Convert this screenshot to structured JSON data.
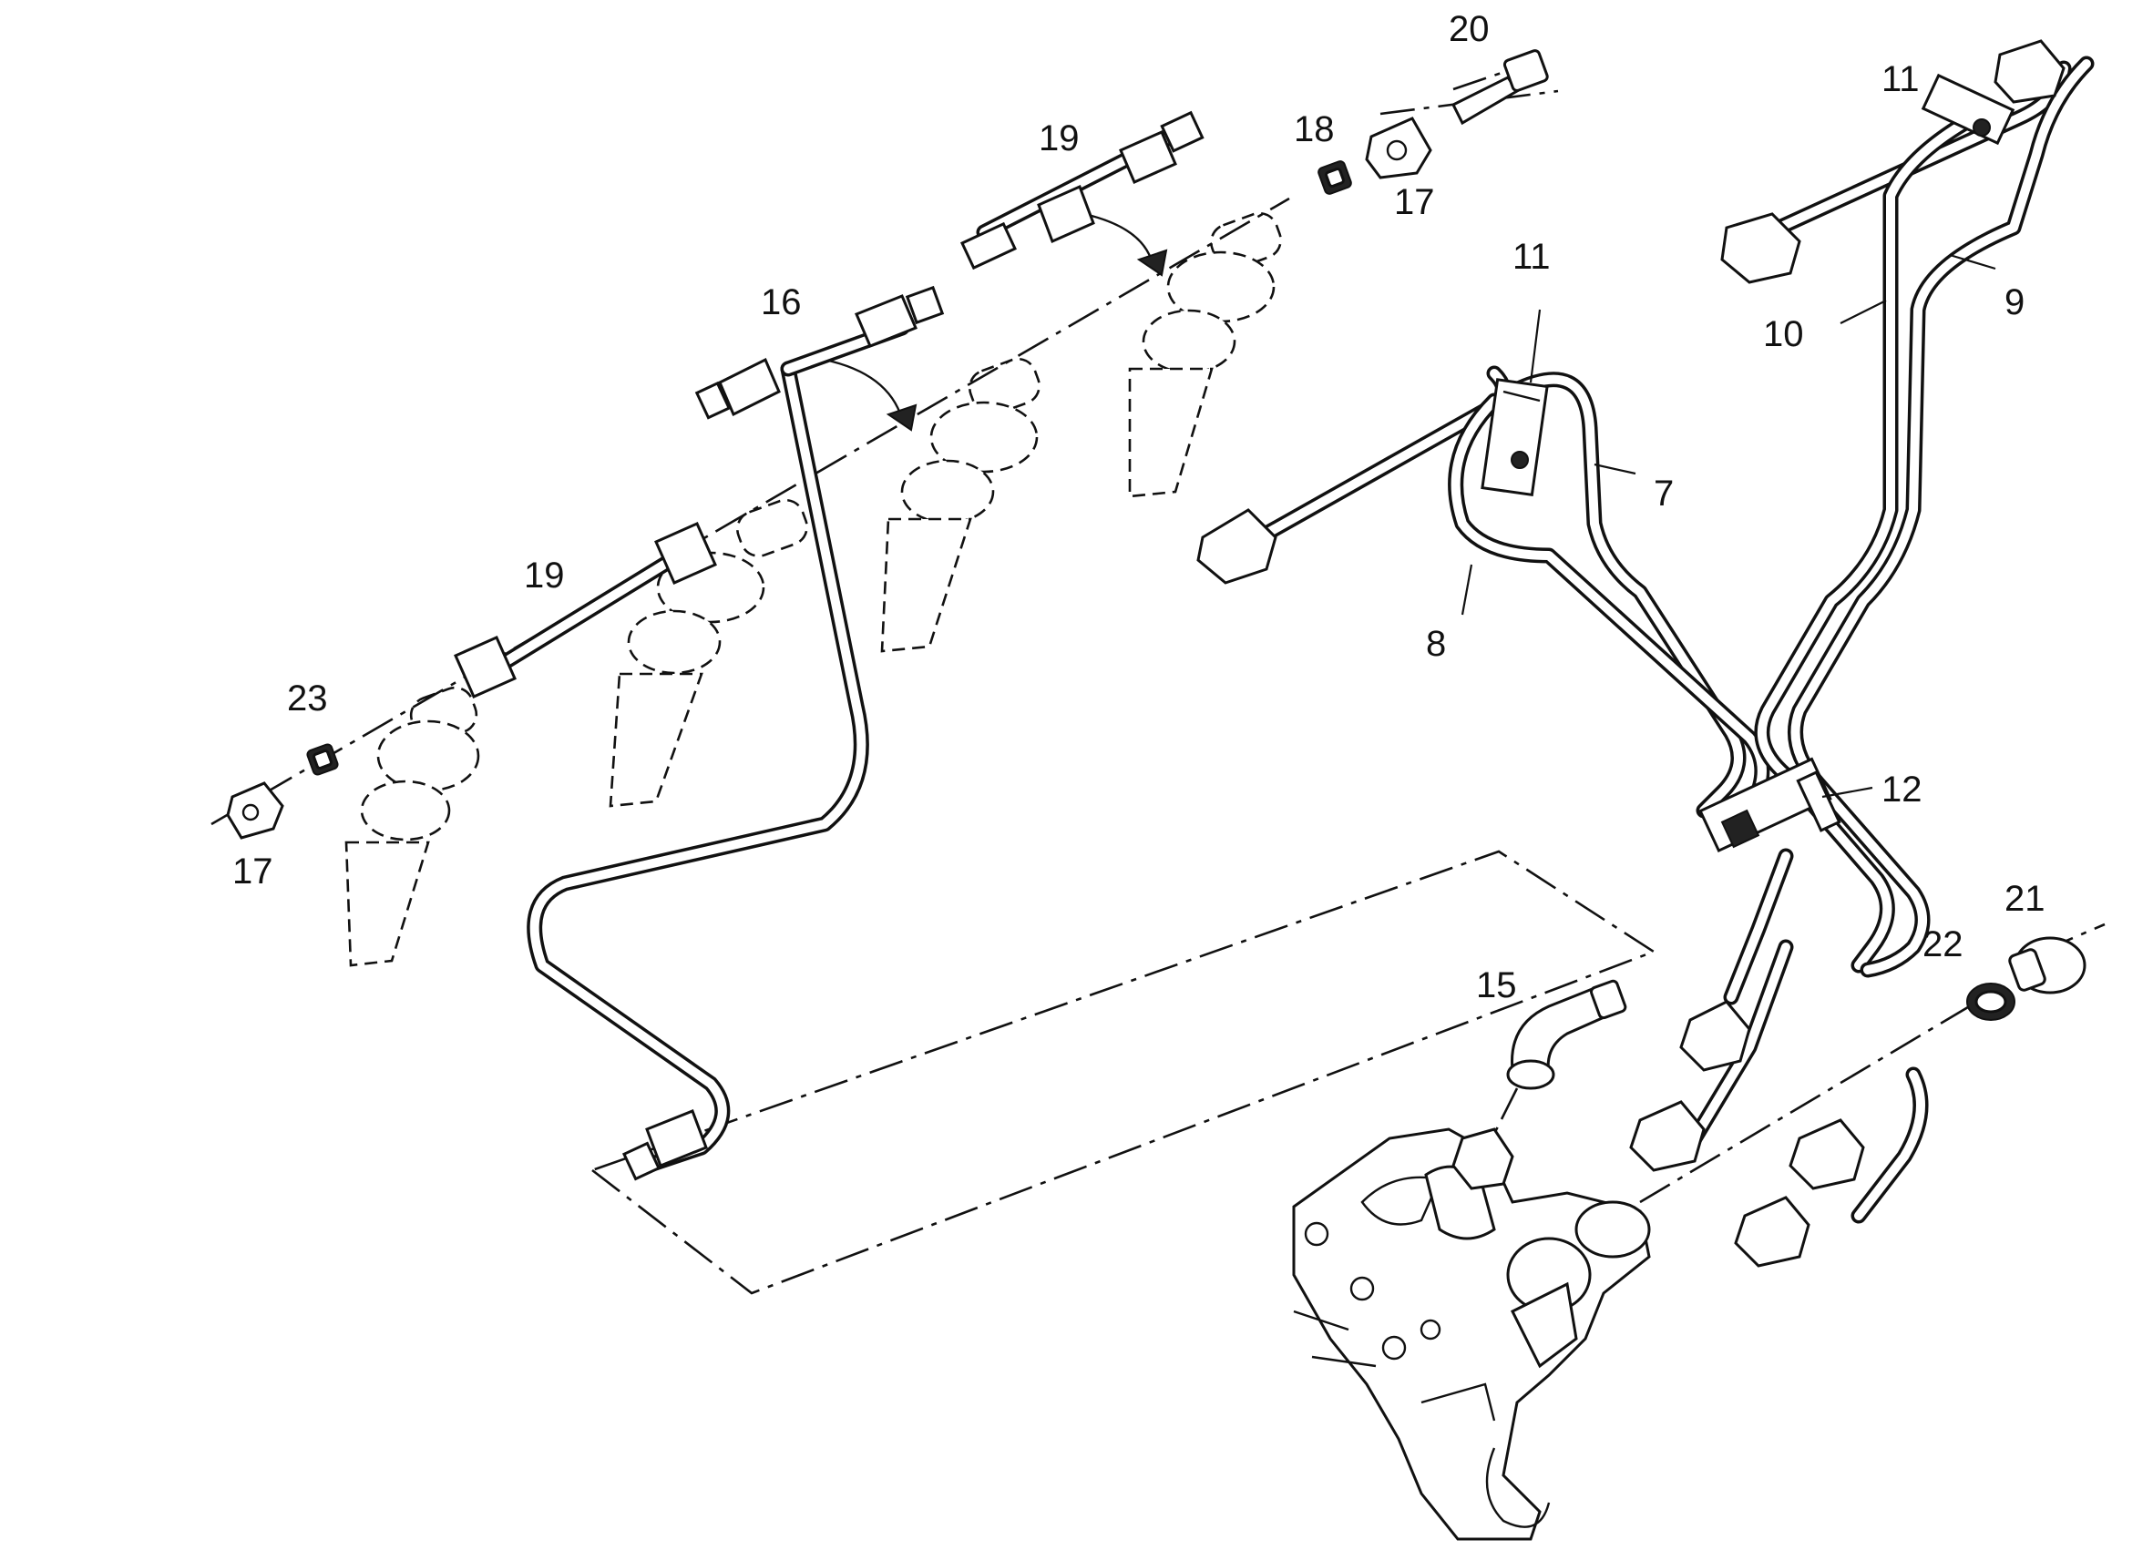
{
  "diagram": {
    "labels": {
      "p7": "7",
      "p8": "8",
      "p9": "9",
      "p10": "10",
      "p11a": "11",
      "p11b": "11",
      "p12": "12",
      "p15": "15",
      "p16": "16",
      "p17a": "17",
      "p17b": "17",
      "p18": "18",
      "p19a": "19",
      "p19b": "19",
      "p20": "20",
      "p21": "21",
      "p22": "22",
      "p23": "23"
    }
  }
}
